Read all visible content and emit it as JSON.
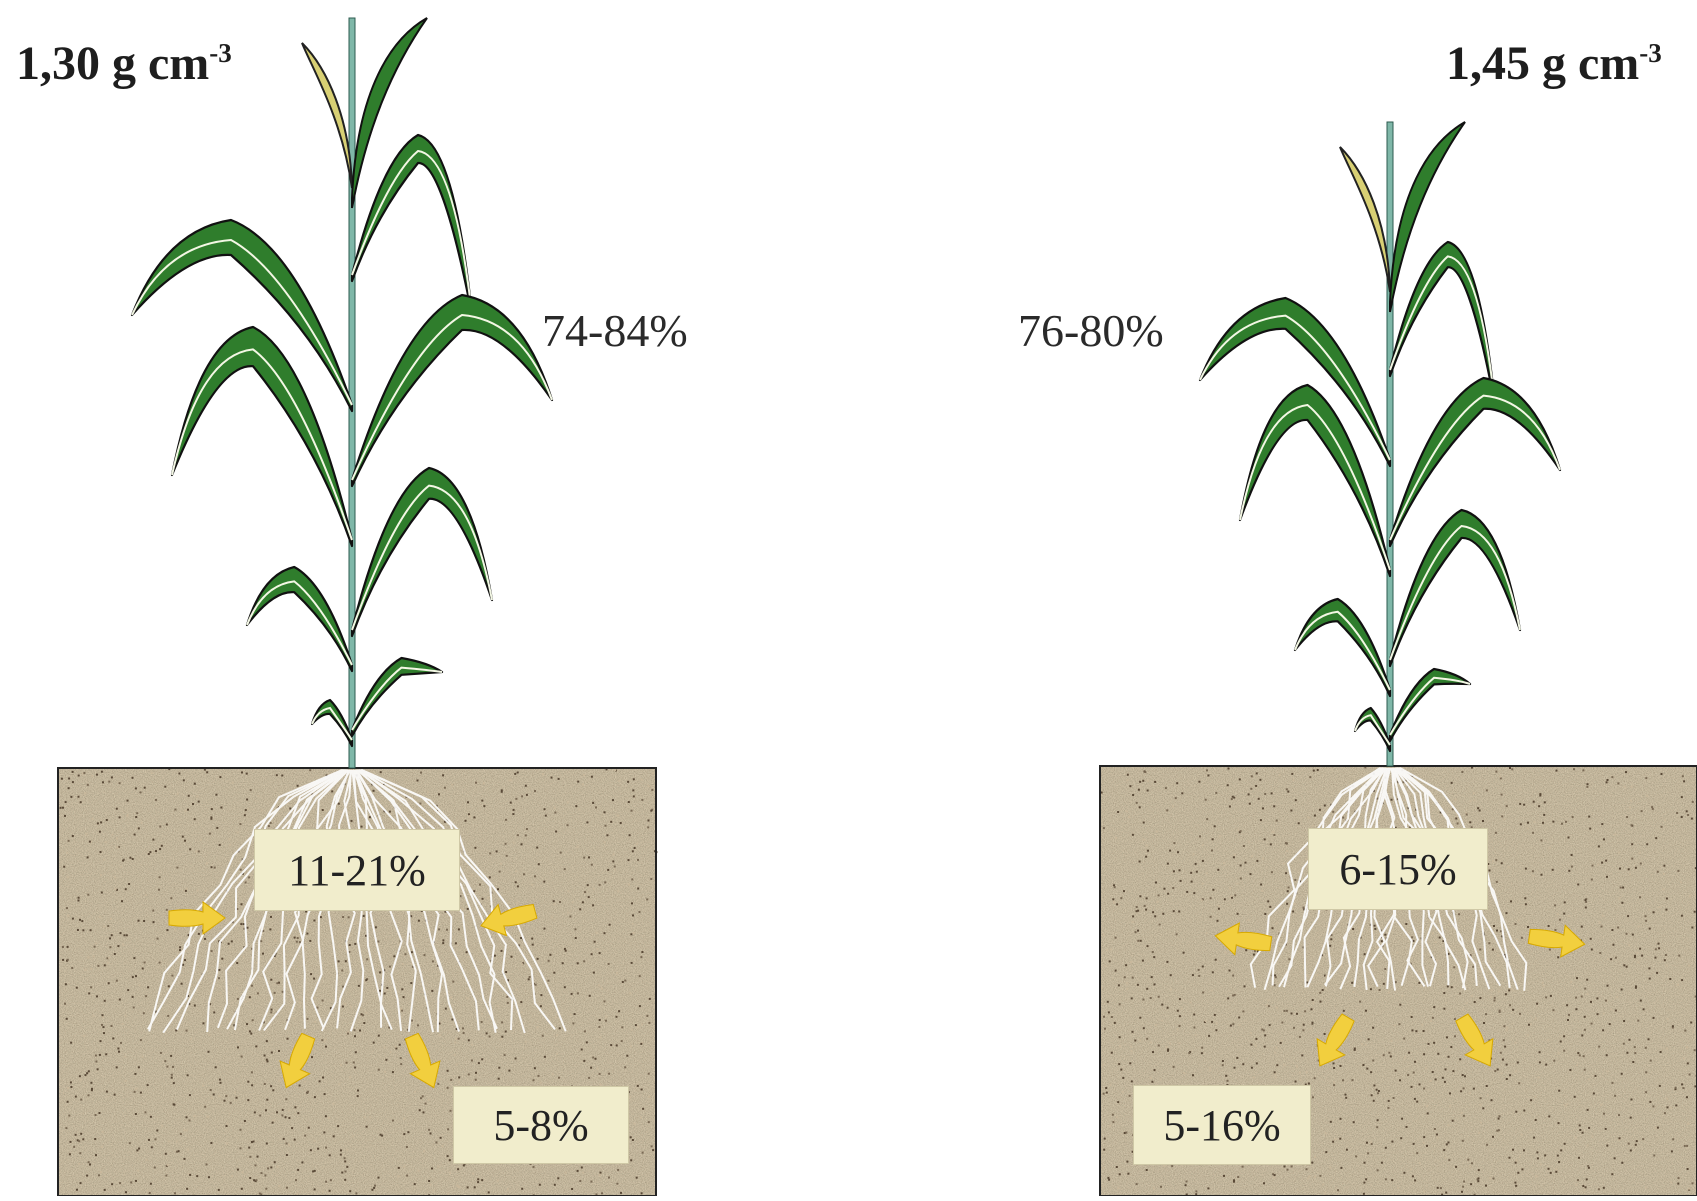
{
  "panels": [
    {
      "density_value": "1,30 g cm",
      "density_exp": "-3",
      "shoot_label": "74-84%",
      "root_upper_label": "11-21%",
      "root_deep_label": "5-8%"
    },
    {
      "density_value": "1,45 g cm",
      "density_exp": "-3",
      "shoot_label": "76-80%",
      "root_upper_label": "6-15%",
      "root_deep_label": "5-16%"
    }
  ],
  "colors": {
    "leaf": "#2f7d2c",
    "leaf_dark": "#1c4a1a",
    "tassel": "#d8d074",
    "soil": "#8d7b62",
    "root": "#ffffff",
    "arrow": "#f2cf3e",
    "label_box": "#f1edcc"
  }
}
